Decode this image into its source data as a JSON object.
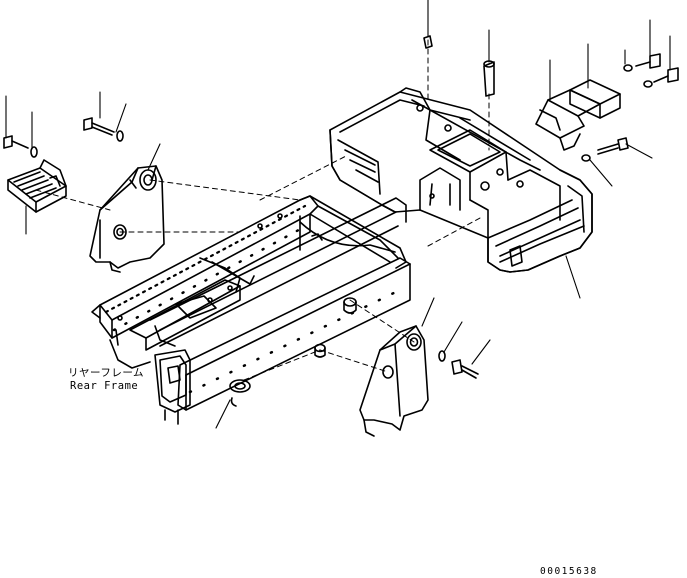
{
  "labels": {
    "rear_frame_jp": "リヤーフレーム",
    "rear_frame_en": "Rear Frame"
  },
  "drawing_id": "00015638",
  "colors": {
    "line": "#000000",
    "background": "#ffffff"
  }
}
